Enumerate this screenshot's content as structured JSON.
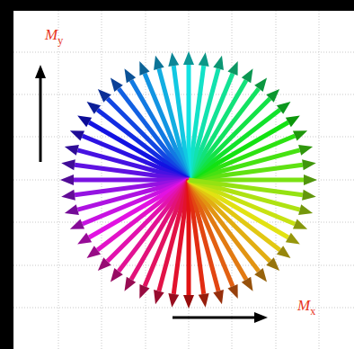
{
  "diagram": {
    "labels": [
      "M",
      "y",
      "M",
      "x"
    ]
  }
}
